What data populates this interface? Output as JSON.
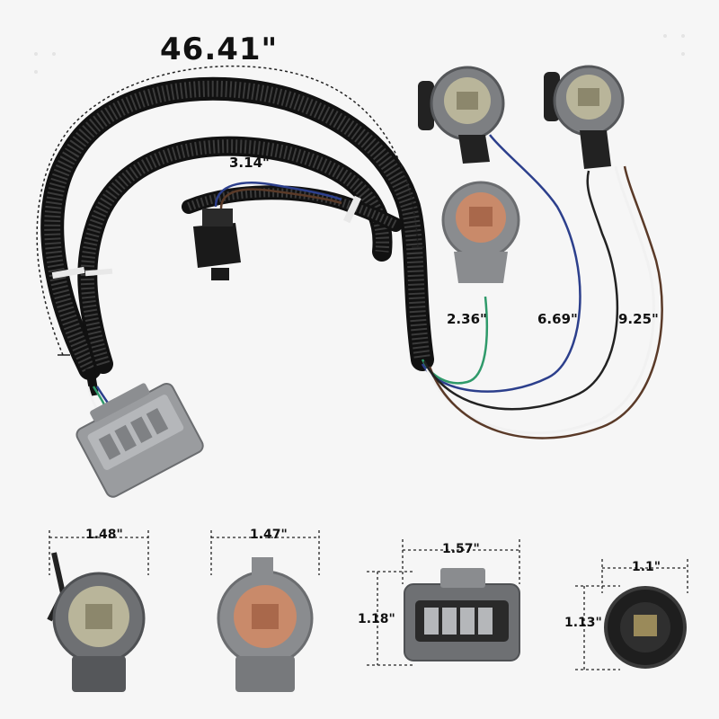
{
  "dimensions": {
    "main_cable": "46.41\"",
    "side_lead": "3.14\"",
    "lead_green": "2.36\"",
    "lead_blue": "6.69\"",
    "lead_brown": "9.25\"",
    "socket_gray_width": "1.48\"",
    "socket_orange_width": "1.47\"",
    "plug_width": "1.57\"",
    "plug_height": "1.18\"",
    "small_socket_width": "1.1\"",
    "small_socket_height": "1.13\""
  },
  "colors": {
    "background": "#f6f6f6",
    "loom": "#1c1c1c",
    "housing_gray": "#7d7f82",
    "socket_beige": "#b9b59a",
    "socket_copper": "#c98a6a",
    "wire_blue": "#2c3f8c",
    "wire_green": "#2f9a6a",
    "wire_brown": "#5a3a28",
    "wire_white": "#f1f1f1"
  }
}
